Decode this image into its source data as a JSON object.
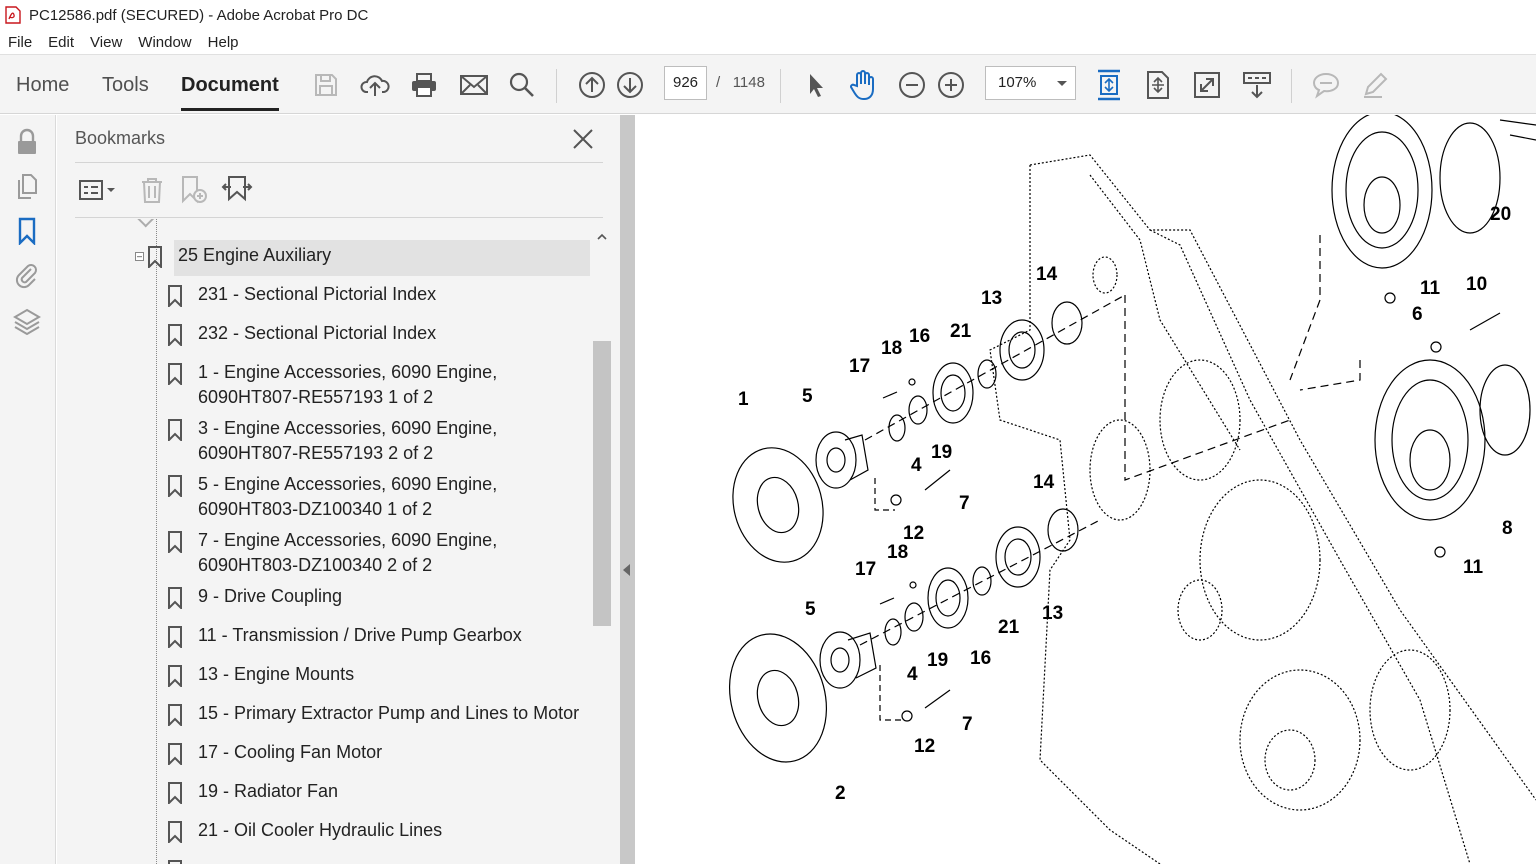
{
  "window": {
    "title": "PC12586.pdf (SECURED) - Adobe Acrobat Pro DC"
  },
  "menu": [
    "File",
    "Edit",
    "View",
    "Window",
    "Help"
  ],
  "tabs": {
    "home": "Home",
    "tools": "Tools",
    "document": "Document"
  },
  "toolbar": {
    "page_current": "926",
    "page_separator": "/",
    "page_total": "1148",
    "zoom": "107%"
  },
  "bookmarks": {
    "title": "Bookmarks",
    "parent": "25 Engine Auxiliary",
    "items": [
      "231 - Sectional Pictorial Index",
      "232 - Sectional Pictorial Index",
      "1 - Engine Accessories, 6090 Engine, 6090HT807-RE557193 1 of 2",
      "3 - Engine Accessories, 6090 Engine, 6090HT807-RE557193 2 of 2",
      "5 - Engine Accessories, 6090 Engine, 6090HT803-DZ100340 1 of 2",
      "7 - Engine Accessories, 6090 Engine, 6090HT803-DZ100340 2 of 2",
      "9 - Drive Coupling",
      "11 - Transmission / Drive Pump Gearbox",
      "13 - Engine Mounts",
      "15 - Primary Extractor Pump and Lines to Motor",
      "17 - Cooling Fan Motor",
      "19 - Radiator Fan",
      "21 - Oil Cooler Hydraulic Lines"
    ]
  },
  "diagram": {
    "callouts": [
      "1",
      "5",
      "17",
      "18",
      "16",
      "21",
      "13",
      "14",
      "19",
      "4",
      "7",
      "12",
      "14",
      "18",
      "17",
      "5",
      "21",
      "13",
      "16",
      "19",
      "4",
      "2",
      "7",
      "12",
      "20",
      "11",
      "10",
      "6",
      "8",
      "11"
    ]
  },
  "colors": {
    "accent_blue": "#1a6cc2",
    "toolbar_bg": "#f4f4f4"
  }
}
